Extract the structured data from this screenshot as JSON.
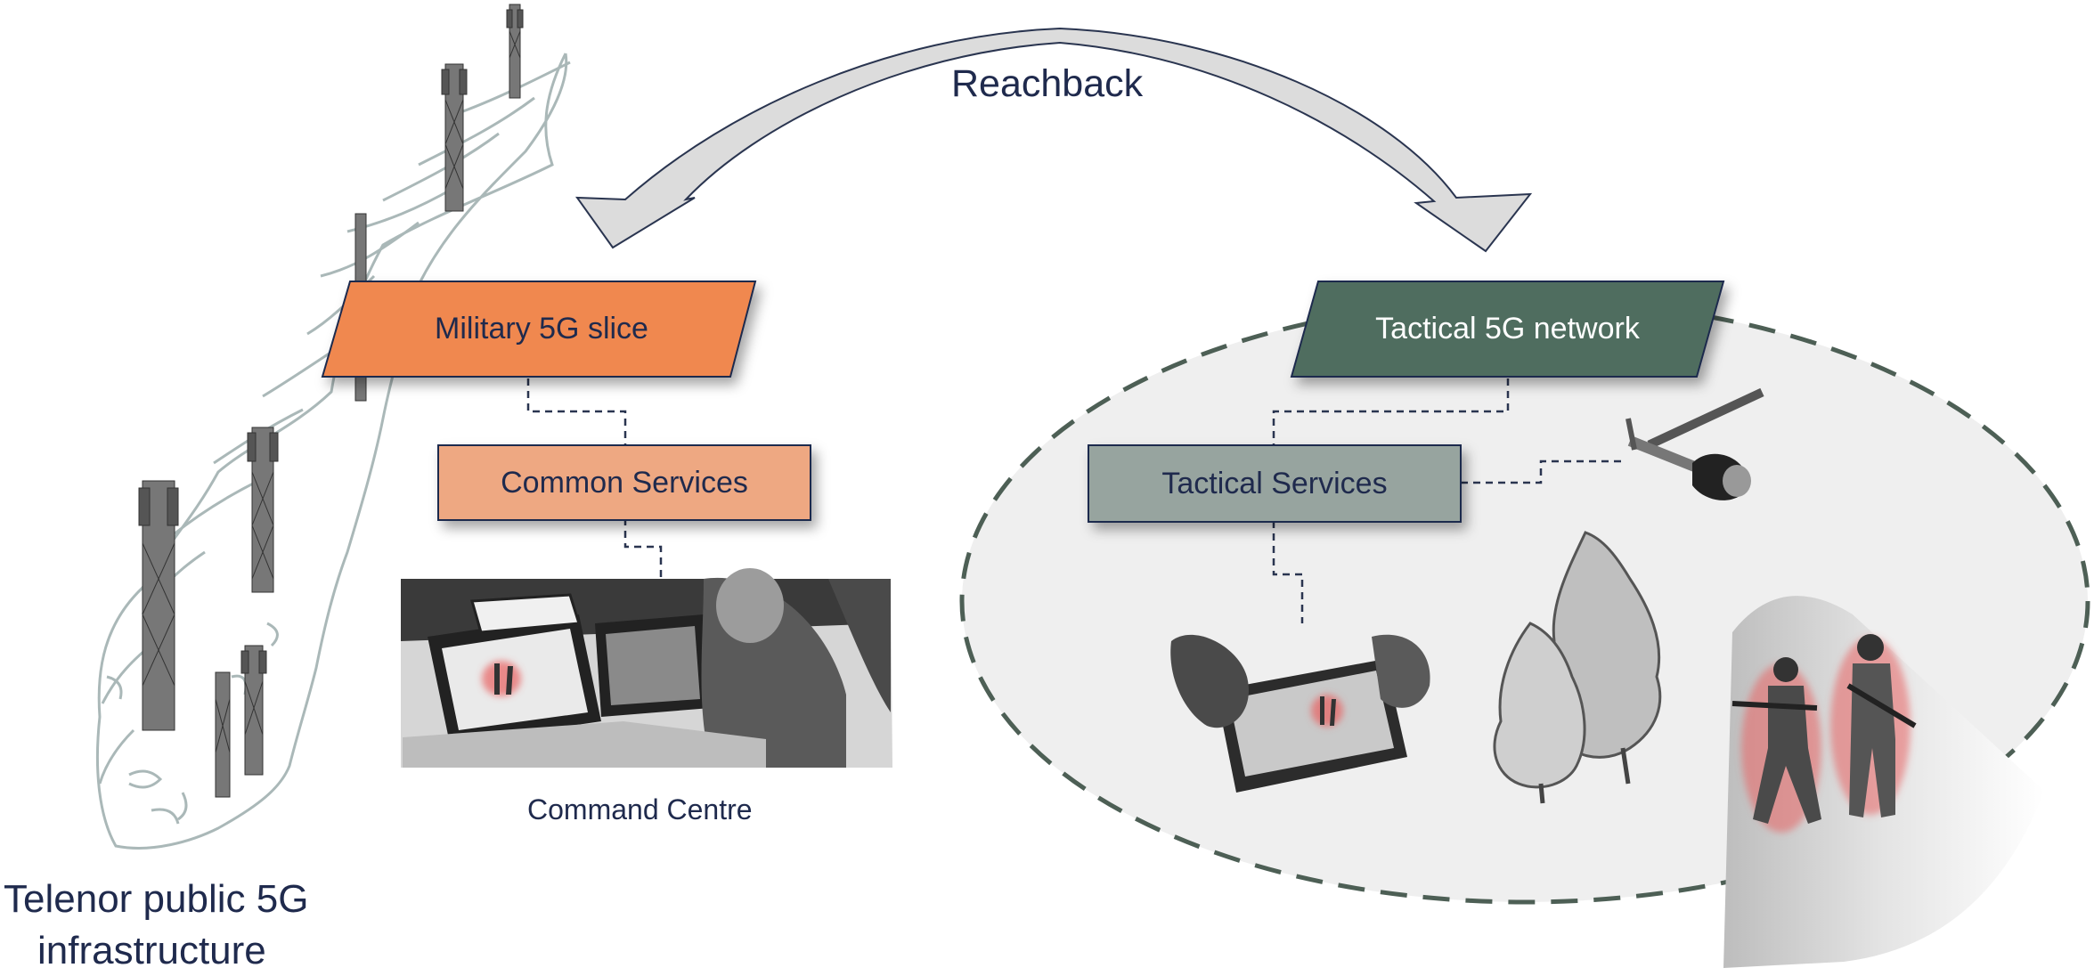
{
  "reachback": {
    "label": "Reachback"
  },
  "military_slice": {
    "label": "Military 5G slice",
    "color": "#f08850"
  },
  "common_services": {
    "label": "Common Services",
    "color": "#eea882"
  },
  "command_centre": {
    "label": "Command Centre"
  },
  "tactical_network": {
    "label": "Tactical 5G network",
    "color": "#506d5e"
  },
  "tactical_services": {
    "label": "Tactical Services",
    "color": "#97a49f"
  },
  "public_infra": {
    "line1": "Telenor public 5G",
    "line2": "infrastructure"
  },
  "colors": {
    "text_navy": "#1f2a4d",
    "arrow_fill": "#dcdcdc",
    "arrow_stroke": "#2a3550",
    "ellipse_fill": "#efefef",
    "ellipse_stroke": "#4d5f55"
  },
  "icons": [
    "cell-tower-icon",
    "map-outline",
    "command-centre-illustration",
    "drone-icon",
    "tablet-icon",
    "trees-icon",
    "soldiers-icon"
  ]
}
